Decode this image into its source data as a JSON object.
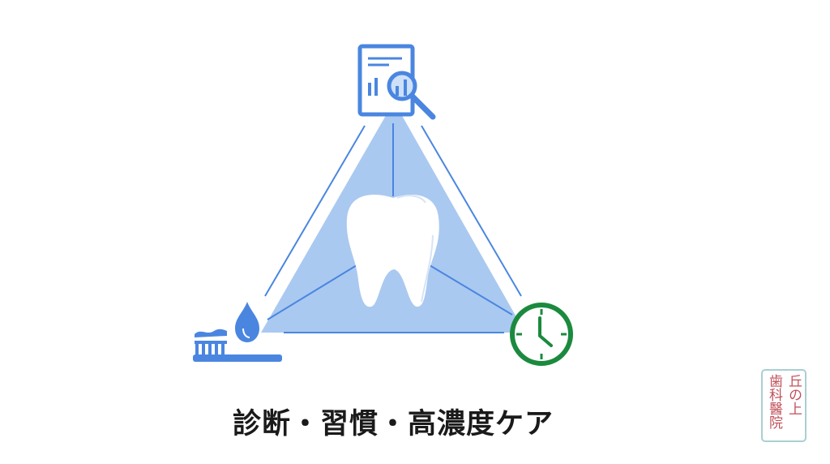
{
  "title": "診断・習慣・高濃度ケア",
  "stamp": {
    "line1": "丘の上",
    "line2": "歯科醫院"
  },
  "nodes": {
    "top": "report-magnifier-icon",
    "left": "toothbrush-drop-icon",
    "right": "clock-icon",
    "center": "tooth-icon"
  },
  "colors": {
    "accent": "#4a86e0",
    "fill": "#aac9f0",
    "clock": "#1b8a3e",
    "stamp": "#c0505a"
  }
}
